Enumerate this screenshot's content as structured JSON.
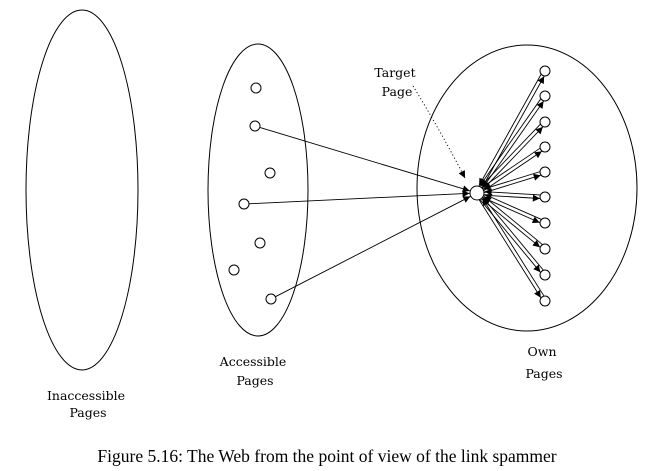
{
  "labels": {
    "inaccessible": [
      "Inaccessible",
      "Pages"
    ],
    "accessible": [
      "Accessible",
      "Pages"
    ],
    "target": [
      "Target",
      "Page"
    ],
    "own": [
      "Own",
      "Pages"
    ]
  },
  "caption": "Figure 5.16: The Web from the point of view of the link spammer"
}
